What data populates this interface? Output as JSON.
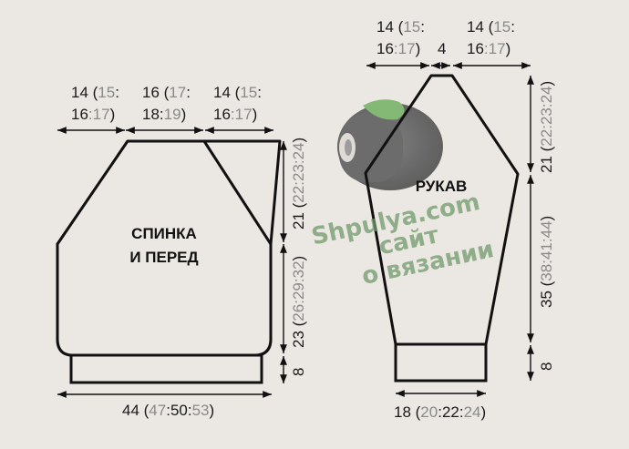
{
  "pieces": {
    "body": {
      "label_line1": "СПИНКА",
      "label_line2": "И ПЕРЕД",
      "top": [
        {
          "main": "14",
          "sizes": [
            "15",
            "16",
            "17"
          ]
        },
        {
          "main": "16",
          "sizes": [
            "17",
            "18",
            "19"
          ]
        },
        {
          "main": "14",
          "sizes": [
            "15",
            "16",
            "17"
          ]
        }
      ],
      "right": [
        {
          "main": "21",
          "sizes": [
            "22",
            "23",
            "24"
          ]
        },
        {
          "main": "23",
          "sizes": [
            "26",
            "29",
            "32"
          ]
        },
        {
          "main": "8",
          "sizes": []
        }
      ],
      "bottom": {
        "main": "44",
        "sizes": [
          "47",
          "50",
          "53"
        ]
      }
    },
    "sleeve": {
      "label": "РУКАВ",
      "top": [
        {
          "main": "14",
          "sizes": [
            "15",
            "16",
            "17"
          ]
        },
        {
          "main": "4",
          "sizes": []
        },
        {
          "main": "14",
          "sizes": [
            "15",
            "16",
            "17"
          ]
        }
      ],
      "right": [
        {
          "main": "21",
          "sizes": [
            "22",
            "23",
            "24"
          ]
        },
        {
          "main": "35",
          "sizes": [
            "38",
            "41",
            "44"
          ]
        },
        {
          "main": "8",
          "sizes": []
        }
      ],
      "bottom": {
        "main": "18",
        "sizes": [
          "20",
          "22",
          "24"
        ]
      }
    }
  },
  "text": {
    "b_t1_a": "14 (",
    "b_t1_b": "15",
    "b_t1_c": ":",
    "b_t1_d": "16",
    "b_t1_e": ":",
    "b_t1_f": "17",
    "b_t1_g": ")",
    "b_t2_a": "16 (",
    "b_t2_b": "17",
    "b_t2_c": ":",
    "b_t2_d": "18",
    "b_t2_e": ":",
    "b_t2_f": "19",
    "b_t2_g": ")",
    "b_t3_a": "14 (",
    "b_t3_b": "15",
    "b_t3_c": ":",
    "b_t3_d": "16",
    "b_t3_e": ":",
    "b_t3_f": "17",
    "b_t3_g": ")",
    "b_r1_a": "21 (",
    "b_r1_b": "22",
    "b_r1_c": ":23:",
    "b_r1_d": "24",
    "b_r1_e": ")",
    "b_r2_a": "23 (",
    "b_r2_b": "26",
    "b_r2_c": ":29:",
    "b_r2_d": "32",
    "b_r2_e": ")",
    "b_r3": "8",
    "b_bot_a": "44 (",
    "b_bot_b": "47",
    "b_bot_c": ":50:",
    "b_bot_d": "53",
    "b_bot_e": ")",
    "s_t1_a": "14 (",
    "s_t1_b": "15",
    "s_t1_c": ":",
    "s_t1_d": "16",
    "s_t1_e": ":",
    "s_t1_f": "17",
    "s_t1_g": ")",
    "s_t2": "4",
    "s_t3_a": "14 (",
    "s_t3_b": "15",
    "s_t3_c": ":",
    "s_t3_d": "16",
    "s_t3_e": ":",
    "s_t3_f": "17",
    "s_t3_g": ")",
    "s_r1_a": "21 (",
    "s_r1_b": "22",
    "s_r1_c": ":23:",
    "s_r1_d": "24",
    "s_r1_e": ")",
    "s_r2_a": "35 (",
    "s_r2_b": "38",
    "s_r2_c": ":41:",
    "s_r2_d": "44",
    "s_r2_e": ")",
    "s_r3": "8",
    "s_bot_a": "18 (",
    "s_bot_b": "20",
    "s_bot_c": ":22:",
    "s_bot_d": "24",
    "s_bot_e": ")"
  },
  "watermark": {
    "line1": "Shpulya.com",
    "line2": "сайт",
    "line3": "о вязании"
  },
  "colors": {
    "background": "#ebe7e3",
    "outline": "#111111",
    "size_gray": "#8a8a8a",
    "watermark_green": "#6f9a6a",
    "spool_gray": "#6b6b6b"
  }
}
